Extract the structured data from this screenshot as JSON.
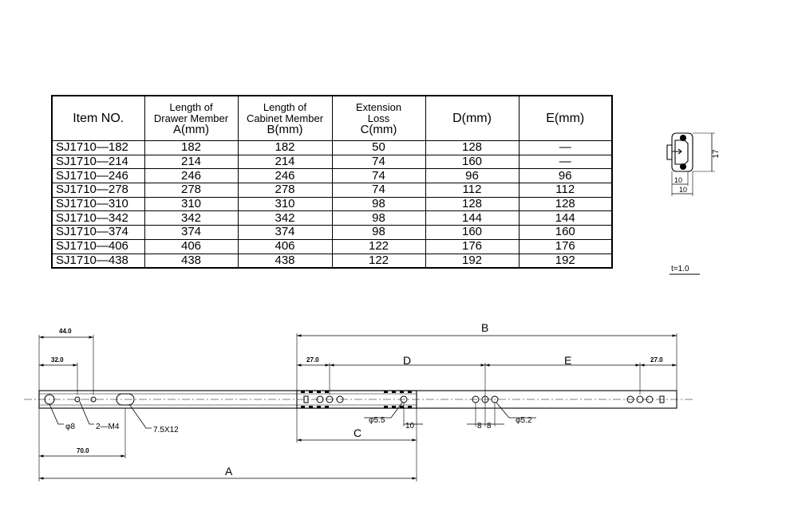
{
  "table": {
    "headers": [
      [
        "Item NO."
      ],
      [
        "Length of",
        "Drawer Member",
        "A(mm)"
      ],
      [
        "Length of",
        "Cabinet Member",
        "B(mm)"
      ],
      [
        "Extension",
        "Loss",
        "C(mm)"
      ],
      [
        "D(mm)"
      ],
      [
        "E(mm)"
      ]
    ],
    "rows": [
      [
        "SJ1710—182",
        "182",
        "182",
        "50",
        "128",
        "—"
      ],
      [
        "SJ1710—214",
        "214",
        "214",
        "74",
        "160",
        "—"
      ],
      [
        "SJ1710—246",
        "246",
        "246",
        "74",
        "96",
        "96"
      ],
      [
        "SJ1710—278",
        "278",
        "278",
        "74",
        "112",
        "112"
      ],
      [
        "SJ1710—310",
        "310",
        "310",
        "98",
        "128",
        "128"
      ],
      [
        "SJ1710—342",
        "342",
        "342",
        "98",
        "144",
        "144"
      ],
      [
        "SJ1710—374",
        "374",
        "374",
        "98",
        "160",
        "160"
      ],
      [
        "SJ1710—406",
        "406",
        "406",
        "122",
        "176",
        "176"
      ],
      [
        "SJ1710—438",
        "438",
        "438",
        "122",
        "192",
        "192"
      ]
    ]
  },
  "profile": {
    "height_label": "17",
    "inner_width_label": "10",
    "outer_width_label": "10",
    "thickness_label": "t=1.0"
  },
  "drawing": {
    "dim_44": "44.0",
    "dim_32": "32.0",
    "dim_70": "70.0",
    "dim_27_left": "27.0",
    "dim_27_right": "27.0",
    "label_B": "B",
    "label_D": "D",
    "label_E": "E",
    "label_C": "C",
    "label_A": "A",
    "callout_hole8": "φ8",
    "callout_m4": "2—M4",
    "callout_slot": "7.5X12",
    "callout_hole55": "φ5.5",
    "callout_10": "10",
    "callout_8a": "8",
    "callout_8b": "8",
    "callout_hole52": "φ5.2"
  }
}
